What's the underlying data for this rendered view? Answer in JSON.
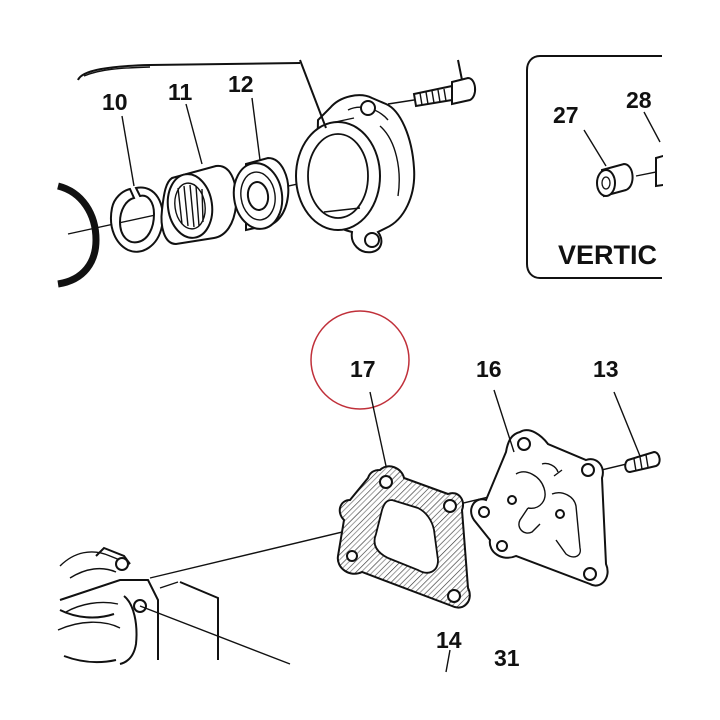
{
  "callouts": {
    "n10": "10",
    "n11": "11",
    "n12": "12",
    "n27": "27",
    "n28": "28",
    "n17": "17",
    "n16": "16",
    "n13": "13",
    "n14": "14",
    "n31": "31"
  },
  "inset": {
    "label": "VERTIC"
  },
  "colors": {
    "line": "#111111",
    "highlight": "#c0303a",
    "background": "#ffffff"
  }
}
